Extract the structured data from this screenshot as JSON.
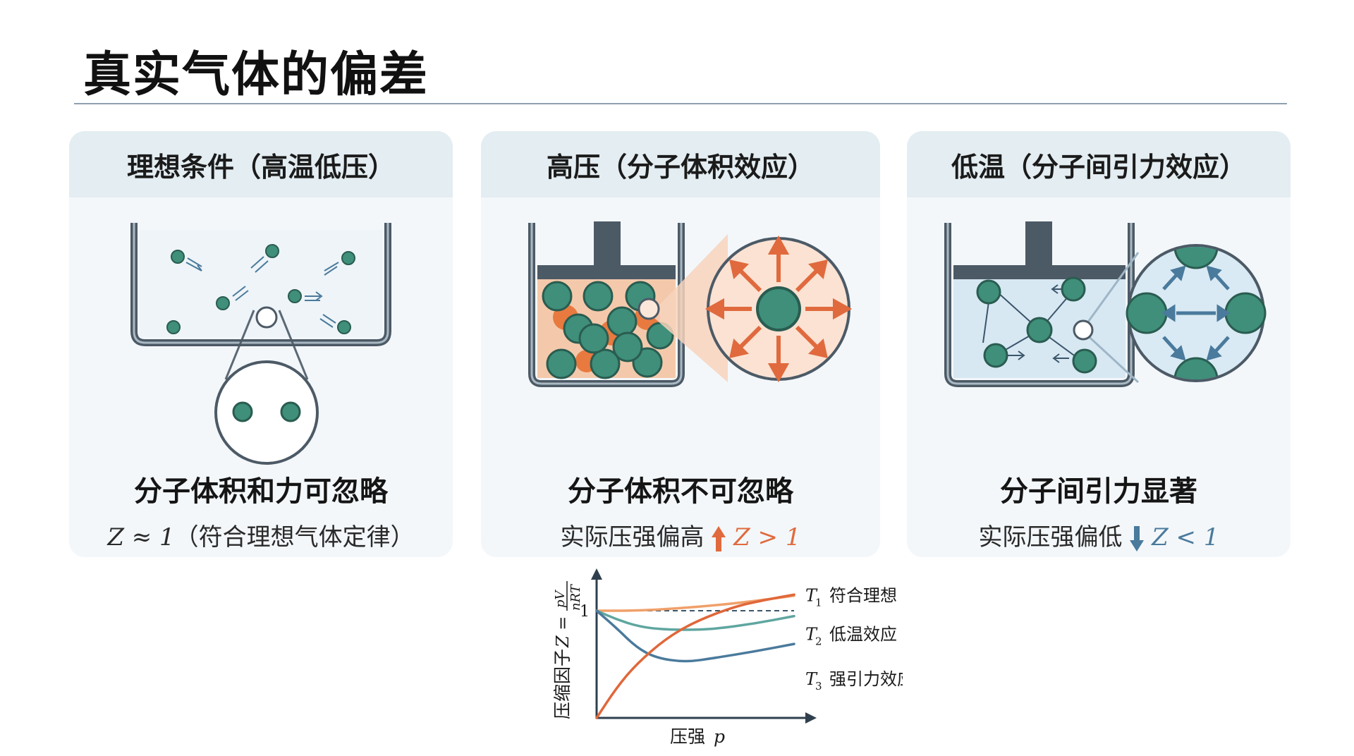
{
  "page": {
    "title": "真实气体的偏差"
  },
  "panels": [
    {
      "header": "理想条件（高温低压）",
      "main": "分子体积和力可忽略",
      "sub_math": "Z ≈ 1",
      "sub_text": "（符合理想气体定律）"
    },
    {
      "header": "高压（分子体积效应）",
      "main": "分子体积不可忽略",
      "sub_text": "实际压强偏高",
      "sub_math": "Z > 1"
    },
    {
      "header": "低温（分子间引力效应）",
      "main": "分子间引力显著",
      "sub_text": "实际压强偏低",
      "sub_math": "Z < 1"
    }
  ],
  "colors": {
    "molecule": "#3f8f7a",
    "hot": "#e06a3d",
    "cool": "#4a7a9c",
    "container": "#4c5a66"
  },
  "chart_data": {
    "type": "line",
    "ylabel": "压缩因子 Z = pV/nRT",
    "ylabel_text": "压缩因子",
    "ylabel_z": "Z =",
    "ylabel_num": "pV",
    "ylabel_den": "nRT",
    "xlabel_text": "压强",
    "xlabel_var": "p",
    "ytick": "1",
    "reference_line": 1,
    "series": [
      {
        "name": "符合理想",
        "var": "T",
        "sub": "1",
        "color": "#f0a06a",
        "x": [
          0,
          0.2,
          0.4,
          0.6,
          0.8,
          1.0
        ],
        "values": [
          1.0,
          1.0,
          1.02,
          1.05,
          1.09,
          1.14
        ]
      },
      {
        "name": "低温效应",
        "var": "T",
        "sub": "2",
        "color": "#5fa6a0",
        "x": [
          0,
          0.1,
          0.2,
          0.3,
          0.45,
          0.6,
          0.8,
          1.0
        ],
        "values": [
          1.0,
          0.92,
          0.86,
          0.83,
          0.82,
          0.83,
          0.88,
          0.95
        ]
      },
      {
        "name": "强引力效应",
        "var": "T",
        "sub": "3",
        "color": "#4a7a9c",
        "x": [
          0,
          0.1,
          0.2,
          0.3,
          0.45,
          0.6,
          0.8,
          1.0
        ],
        "values": [
          1.0,
          0.84,
          0.66,
          0.56,
          0.52,
          0.56,
          0.62,
          0.69
        ]
      },
      {
        "name": "",
        "var": "",
        "sub": "",
        "color": "#e0673a",
        "x": [
          0,
          0.1,
          0.2,
          0.35,
          0.5,
          0.7,
          0.85,
          1.0
        ],
        "values": [
          0.0,
          0.28,
          0.5,
          0.74,
          0.9,
          1.04,
          1.1,
          1.15
        ]
      }
    ]
  }
}
